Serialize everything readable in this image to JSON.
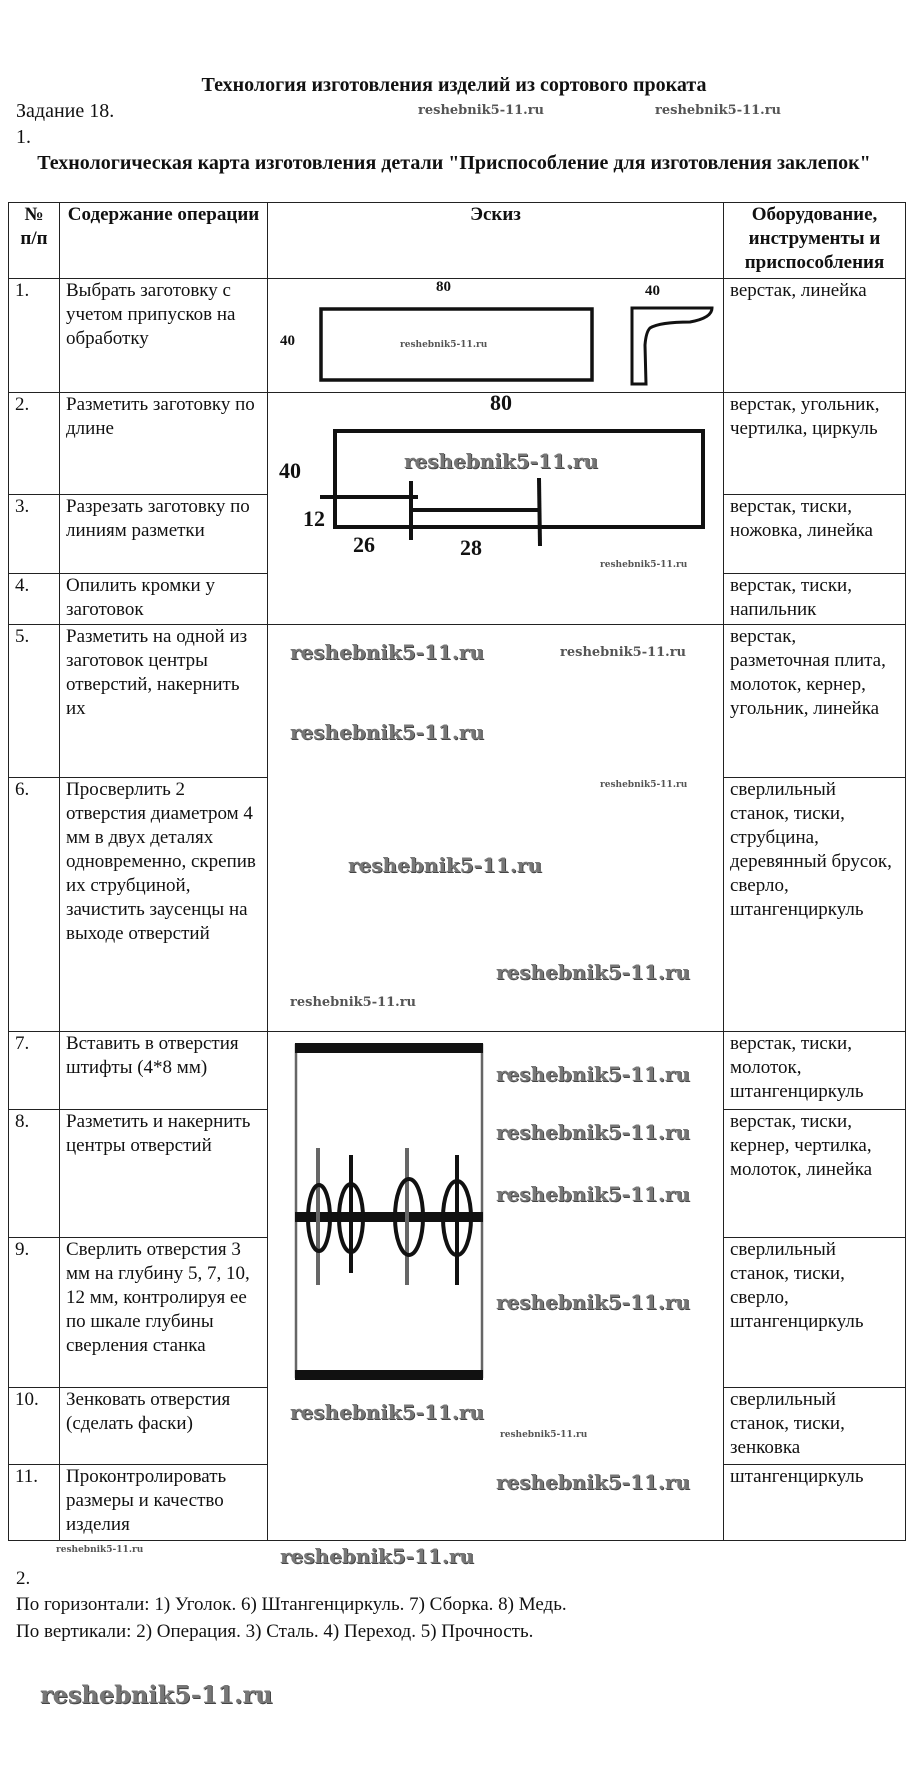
{
  "header": {
    "title": "Технология изготовления изделий из сортового проката",
    "task": "Задание 18.",
    "part1": "1.",
    "card_title": "Технологическая карта изготовления детали \"Приспособление для изготовления заклепок\""
  },
  "table": {
    "columns": [
      "№ п/п",
      "Содержание операции",
      "Эскиз",
      "Оборудование, инструменты и приспособления"
    ],
    "rows": [
      {
        "n": "1.",
        "op": "Выбрать заготовку с учетом припусков на обработку",
        "tools": "верстак, линейка"
      },
      {
        "n": "2.",
        "op": "Разметить заготовку по длине",
        "tools": "верстак, угольник, чертилка, циркуль"
      },
      {
        "n": "3.",
        "op": "Разрезать заготовку по линиям разметки",
        "tools": "верстак, тиски, ножовка, линейка"
      },
      {
        "n": "4.",
        "op": "Опилить кромки у заготовок",
        "tools": "верстак, тиски, напильник"
      },
      {
        "n": "5.",
        "op": "Разметить на одной из заготовок центры отверстий, накернить их",
        "tools": "верстак, разметочная плита, молоток, кернер, угольник, линейка"
      },
      {
        "n": "6.",
        "op": "Просверлить 2 отверстия диаметром 4 мм в двух деталях одновременно, скрепив их струбциной, зачистить заусенцы на выходе отверстий",
        "tools": "сверлильный станок, тиски, струбцина, деревянный брусок, сверло, штангенциркуль"
      },
      {
        "n": "7.",
        "op": "Вставить в отверстия штифты (4*8 мм)",
        "tools": "верстак, тиски, молоток, штангенциркуль"
      },
      {
        "n": "8.",
        "op": "Разметить и накернить центры отверстий",
        "tools": "верстак, тиски, кернер, чертилка, молоток, линейка"
      },
      {
        "n": "9.",
        "op": "Сверлить отверстия 3 мм на глубину 5, 7, 10, 12 мм, контролируя ее по шкале глубины сверления станка",
        "tools": "сверлильный станок, тиски, сверло, штангенциркуль"
      },
      {
        "n": "10.",
        "op": "Зенковать отверстия (сделать фаски)",
        "tools": "сверлильный станок, тиски, зенковка"
      },
      {
        "n": "11.",
        "op": "Проконтролировать размеры и качество изделия",
        "tools": "штангенциркуль"
      }
    ]
  },
  "sketch": {
    "blank_len": "80",
    "blank_w": "40",
    "profile_w": "40",
    "mark_len": "80",
    "mark_w": "40",
    "dim_12": "12",
    "dim_26": "26",
    "dim_28": "28"
  },
  "footer": {
    "part2": "2.",
    "horizontal": "По горизонтали: 1) Уголок. 6) Штангенциркуль. 7) Сборка. 8) Медь.",
    "vertical": "По вертикали: 2) Операция. 3) Сталь. 4) Переход. 5) Прочность."
  },
  "watermark": "reshebnik5-11.ru"
}
